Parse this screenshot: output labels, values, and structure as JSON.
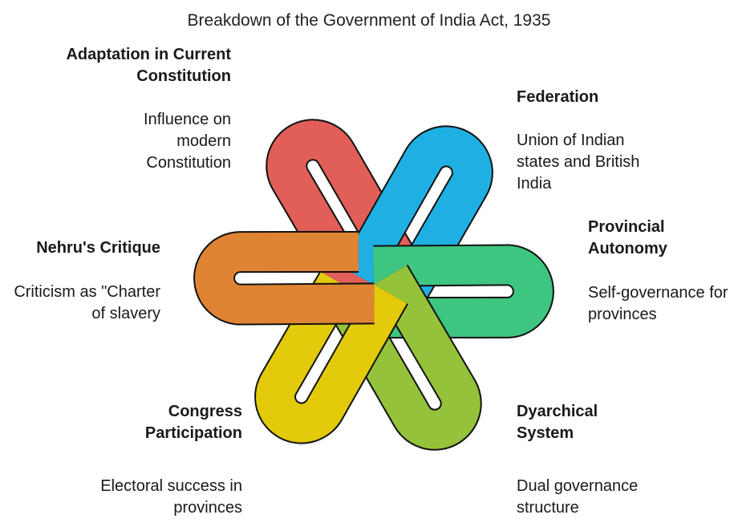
{
  "title": "Breakdown of the Government of India Act, 1935",
  "sections": {
    "adaptation": {
      "heading": "Adaptation in Current Constitution",
      "text": "Influence on modern Constitution",
      "color": "#e25e58"
    },
    "federation": {
      "heading": "Federation",
      "text": "Union of Indian states and British India",
      "color": "#1fb0e3"
    },
    "provincial": {
      "heading": "Provincial Autonomy",
      "text": "Self-governance for provinces",
      "color": "#3ec57f"
    },
    "dyarchical": {
      "heading": "Dyarchical System",
      "text": "Dual governance structure",
      "color": "#94c23a"
    },
    "congress": {
      "heading": "Congress Participation",
      "text": "Electoral success in provinces",
      "color": "#e3ca0a"
    },
    "nehru": {
      "heading": "Nehru's Critique",
      "text": "Criticism as \"Charter of slavery",
      "color": "#df8433"
    }
  }
}
